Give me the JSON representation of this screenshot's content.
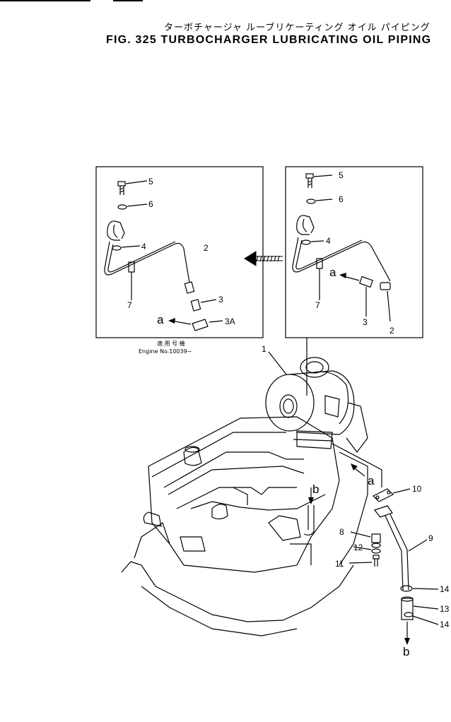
{
  "header": {
    "title_jp": "ターボチャージャ ルーブリケーティング オイル パイピング",
    "title_en": "FIG. 325 TURBOCHARGER LUBRICATING OIL PIPING"
  },
  "inset_left": {
    "note_jp": "適 用 号 機",
    "note_en": "Engine No.10039~"
  },
  "labels": {
    "p1": "1",
    "p2": "2",
    "p3": "3",
    "p3a": "3A",
    "p4": "4",
    "p5": "5",
    "p6": "6",
    "p7": "7",
    "p8": "8",
    "p9": "9",
    "p10": "10",
    "p11": "11",
    "p12": "12",
    "p13": "13",
    "p14": "14",
    "a": "a",
    "b": "b"
  }
}
